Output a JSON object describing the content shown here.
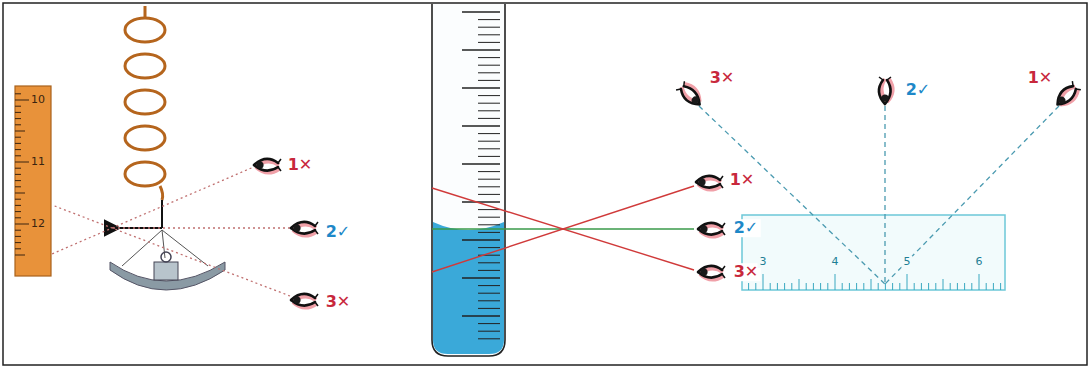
{
  "diagram": {
    "labels": [
      "10",
      "11",
      "12",
      "1✕",
      "2✓",
      "3✕",
      "1✕",
      "2✓",
      "3✕",
      "3✕",
      "2✓",
      "1✕",
      "3",
      "4",
      "5",
      "6"
    ]
  }
}
